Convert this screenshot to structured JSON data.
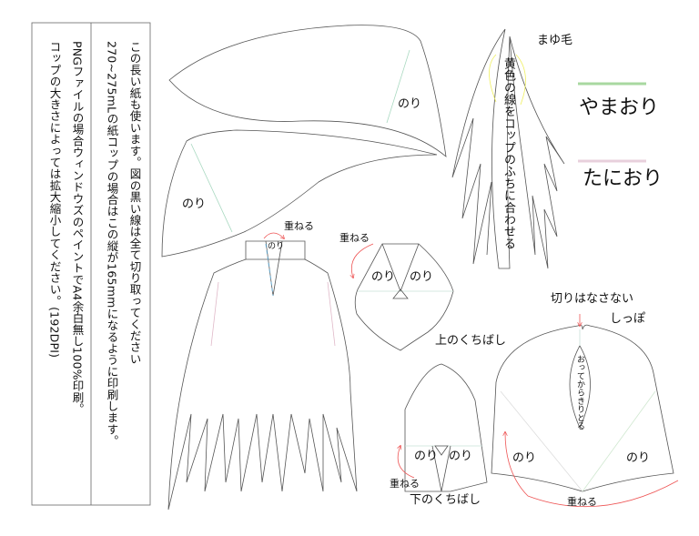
{
  "notes": {
    "line1": "この長い紙も使います。図の黒い線は全て切り取ってください",
    "line2": "270~275mLの紙コップの場合はこの縦が165mmになるように印刷します。",
    "line3": "PNGファイルの場合ウィンドウズのペイントでA4余白無し100%印刷。",
    "line4": "コップの大きさによっては拡大縮小してください。(192DPI)"
  },
  "legend": {
    "mountain_fold": "やまおり",
    "valley_fold": "たにおり",
    "mountain_color": "#a8d8a0",
    "valley_color": "#e8d0dc"
  },
  "labels": {
    "glue": "のり",
    "overlap": "重ねる",
    "upper_beak": "上のくちばし",
    "lower_beak": "下のくちばし",
    "eyebrow": "まゆ毛",
    "eyebrow_note": "黄色の線をコップのふちに合わせる",
    "do_not_cut": "切りはなさない",
    "tail": "しっぽ",
    "fold_then_cut": "おってからきりとる"
  }
}
